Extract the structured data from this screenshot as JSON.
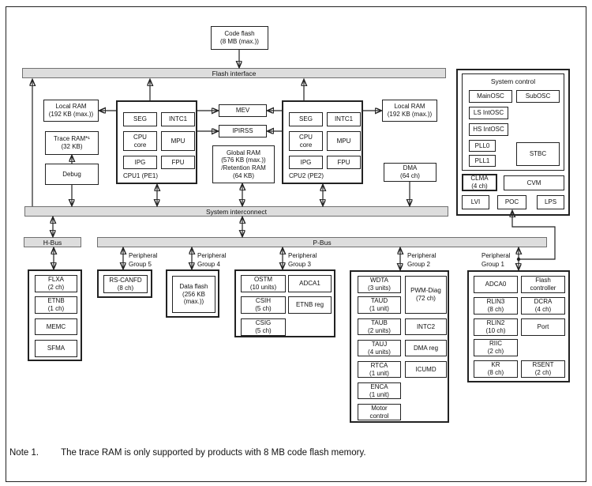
{
  "diagram": {
    "code_flash": "Code flash\n(8 MB (max.))",
    "buses": {
      "flash_interface": "Flash interface",
      "system_interconnect": "System interconnect",
      "h_bus": "H-Bus",
      "p_bus": "P-Bus"
    },
    "local_ram_left": "Local RAM\n(192 KB (max.))",
    "trace_ram": "Trace RAM*¹\n(32 KB)",
    "debug": "Debug",
    "mev": "MEV",
    "ipirss": "IPIRSS",
    "global_ram": "Global RAM\n(576 KB (max.))\n/Retention RAM\n(64 KB)",
    "local_ram_right": "Local RAM\n(192 KB (max.))",
    "dma": "DMA\n(64 ch)",
    "cpu1": {
      "title": "CPU1 (PE1)",
      "units": [
        "SEG",
        "INTC1",
        "CPU\ncore",
        "MPU",
        "IPG",
        "FPU"
      ]
    },
    "cpu2": {
      "title": "CPU2 (PE2)",
      "units": [
        "SEG",
        "INTC1",
        "CPU\ncore",
        "MPU",
        "IPG",
        "FPU"
      ]
    },
    "system_control": {
      "title": "System control",
      "mainosc": "MainOSC",
      "subosc": "SubOSC",
      "ls_intosc": "LS IntOSC",
      "hs_intosc": "HS IntOSC",
      "pll0": "PLL0",
      "pll1": "PLL1",
      "stbc": "STBC",
      "clma": "CLMA\n(4 ch)",
      "cvm": "CVM",
      "lvi": "LVI",
      "poc": "POC",
      "lps": "LPS"
    },
    "hbus_group": {
      "items": [
        "FLXA\n(2 ch)",
        "ETNB\n(1 ch)",
        "MEMC",
        "SFMA"
      ]
    },
    "group5": {
      "label": "Peripheral\nGroup 5",
      "items": [
        "RS-CANFD\n(8 ch)"
      ]
    },
    "group4": {
      "label": "Peripheral\nGroup 4",
      "items": [
        "Data flash\n(256 KB\n(max.))"
      ]
    },
    "group3": {
      "label": "Peripheral\nGroup 3",
      "items": [
        "OSTM\n(10 units)",
        "ADCA1",
        "CSIH\n(5 ch)",
        "ETNB reg",
        "CSIG\n(5 ch)"
      ]
    },
    "group2": {
      "label": "Peripheral\nGroup 2",
      "left": [
        "WDTA\n(3 units)",
        "TAUD\n(1 unit)",
        "TAUB\n(2 units)",
        "TAUJ\n(4 units)",
        "RTCA\n(1 unit)",
        "ENCA\n(1 unit)",
        "Motor\ncontrol"
      ],
      "right": [
        "PWM-Diag\n(72 ch)",
        "INTC2",
        "DMA reg",
        "ICUMD"
      ]
    },
    "group1": {
      "label": "Peripheral\nGroup 1",
      "left": [
        "ADCA0",
        "RLIN3\n(8 ch)",
        "RLIN2\n(10 ch)",
        "RIIC\n(2 ch)",
        "KR\n(8 ch)"
      ],
      "right": [
        "Flash\ncontroller",
        "DCRA\n(4 ch)",
        "Port",
        "RSENT\n(2 ch)"
      ]
    },
    "note": {
      "prefix": "Note 1.",
      "text": "The trace RAM is only supported by products with 8 MB code flash memory."
    }
  }
}
